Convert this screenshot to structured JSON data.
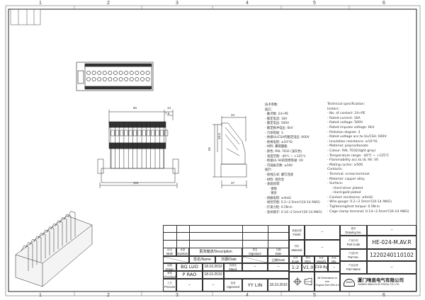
{
  "frame": {
    "zones": [
      "1",
      "2",
      "3",
      "4",
      "5",
      "6"
    ]
  },
  "dimensions": {
    "width_80": "80",
    "width_14": "14",
    "width_7_5": "7.5",
    "width_104": "104",
    "side_34": "34",
    "side_37": "37",
    "height_65": "65",
    "height_40_8": "40.8"
  },
  "spec_cn": {
    "lines": [
      "技术参数:",
      "插芯:",
      "- 触点数: 24+PE",
      "- 额定电流: 16A",
      "- 额定电压: 500V",
      "- 额定脉冲电压: 6kV",
      "- 污染等级: 3",
      "- 依据UL/CSA的额定电压: 600V",
      "- 绝缘电阻: ≥10¹⁰Ω",
      "- 材料: 聚碳酸酯",
      "- 颜色: RAL 7032 (浅灰色)",
      "- 温度范围: -40℃ ~ +125℃",
      "- 依据UL 94的阻燃等级: V0",
      "- 可插拔次数: ≥500",
      "插针:",
      "- 接线方式: 螺钉连接",
      "- 材料: 铜合金",
      "- 表面处理:",
      "    · 镀银",
      "    · 镀金",
      "- 接触电阻: ≤4mΩ",
      "- 线径范围: 0.2~2.5mm²(24-14 AWG)",
      "- 拧紧力矩: 0.5N·m",
      "- 笼式端子: 0.14~2.5mm²(26-14 AWG)"
    ]
  },
  "spec_en": {
    "lines": [
      "Technical specification:",
      "Insters:",
      "- No. of contact: 24+PE",
      "- Rated current: 16A",
      "- Rated voltage: 500V",
      "- Rated impulse voltage: 6kV",
      "- Pollution degree: 3",
      "- Rated voltage acc.to UL/CSA: 600V",
      "- Insulation resistance: ≥10¹⁰Ω",
      "- Material: polycarbonate",
      "- Colour: RAL 7032(light grey)",
      "- Temperature range: -40℃ ~ +125℃",
      "- Flammability acc.to UL 94: V0",
      "- Mating cycles: ≥500",
      "Contacts:",
      "- Terminal: screw terminal",
      "- Material: copper alloy",
      "- Surface:",
      "    - Hard-silver plated",
      "    - Hard-gold plated",
      "- Contact resistance: ≤4mΩ",
      "- Wire gauge: 0.2~2.5mm²(24-14 AWG)",
      "- Tightening/test torque: 0.5N·m",
      "- Cage clamp terminal: 0.14~2.5mm²(26-14 AWG)"
    ]
  },
  "title_block": {
    "mark_cn": "标记",
    "mark": "Mark",
    "number_cn": "处数",
    "number": "Number",
    "description": "更改描述/Description",
    "signature_cn": "签名",
    "signature": "Signature",
    "date_cn": "日期",
    "date": "Date",
    "name_hdr": "姓名/Name",
    "date_hdr": "日期/Date",
    "name_hdr2": "姓名/Name",
    "date_hdr2": "日期/Date",
    "drawn_cn": "绘图",
    "drawn": "Drawn",
    "drawn_name": "BQ LUO",
    "drawn_date": "18.10.2010",
    "stand_cn": "标准化",
    "stand": "Stand.",
    "stand_name": "–",
    "stand_date": "–",
    "checked_cn": "审核",
    "checked": "Checked",
    "checked_name": "P RAO",
    "checked_date": "18.10.2010",
    "process_cn": "工艺",
    "process": "Process",
    "process_name": "–",
    "process_date": "–",
    "approved_cn": "批准",
    "approved": "Approved",
    "approved_name": "YY LIN",
    "approved_date": "18.10.2010",
    "finish_cn": "表面处理",
    "finish": "Finish",
    "finish_value": "–",
    "material_cn": "材料",
    "material": "Material",
    "material_value": "–",
    "scale_cn": "比例",
    "scale": "Scale",
    "scale_value": "1:2",
    "rev_cn": "版本",
    "rev": "REV.",
    "rev_value": "V1.0",
    "weight_cn": "重量",
    "weight": "Weight",
    "weight_value": "219.6g",
    "qty_cn": "数量",
    "qty": "Qty.",
    "qty_value": "–",
    "dims_note_1": "All Dimensions in mm",
    "dims_note_2": "Original Size DIN A 4",
    "drawing_no_cn": "图号",
    "drawing_no": "Drawing No.",
    "drawing_no_value": "–",
    "part_code_cn": "产品代号",
    "part_code": "Part Code",
    "part_code_value": "HE-024-M.AV.R",
    "part_no_cn": "产品料号",
    "part_no": "Part No.",
    "part_no_value": "1220240110102",
    "part_name_cn": "产品名称",
    "part_name": "Part Name",
    "part_name_value": "–",
    "company_cn": "厦门唯恩电气有限公司",
    "company_en": "XIAMEN WAIN ELECTRICAL CO.,LTD",
    "logo_text": "WAIN"
  }
}
